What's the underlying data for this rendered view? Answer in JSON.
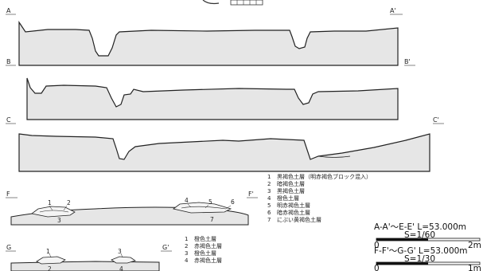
{
  "sections": [
    {
      "left": "A",
      "right": "A'"
    },
    {
      "left": "B",
      "right": "B'"
    },
    {
      "left": "C",
      "right": "C'"
    },
    {
      "left": "F",
      "right": "F'"
    },
    {
      "left": "G",
      "right": "G'"
    }
  ],
  "legend_f": {
    "items": [
      {
        "no": "1",
        "text": "黒褐色土層（明赤褐色ブロック混入）"
      },
      {
        "no": "2",
        "text": "暗褐色土層"
      },
      {
        "no": "3",
        "text": "黒褐色土層"
      },
      {
        "no": "4",
        "text": "橙色土層"
      },
      {
        "no": "5",
        "text": "明赤褐色土層"
      },
      {
        "no": "6",
        "text": "暗赤褐色土層"
      },
      {
        "no": "7",
        "text": "にぶい黄褐色土層"
      }
    ]
  },
  "legend_g": {
    "items": [
      {
        "no": "1",
        "text": "橙色土層"
      },
      {
        "no": "2",
        "text": "赤褐色土層"
      },
      {
        "no": "3",
        "text": "橙色土層"
      },
      {
        "no": "4",
        "text": "赤褐色土層"
      }
    ]
  },
  "scales": [
    {
      "title": "A-A'～E-E'  L=53.000m",
      "ratio": "S=1/60",
      "start": "0",
      "end": "2m"
    },
    {
      "title": "F-F'～G-G'  L=53.000m",
      "ratio": "S=1/30",
      "start": "0",
      "end": "1m"
    }
  ],
  "layer_numbers_f": [
    "1",
    "2",
    "3",
    "4",
    "5",
    "6",
    "7"
  ],
  "layer_numbers_g": [
    "1",
    "2",
    "3",
    "4"
  ]
}
